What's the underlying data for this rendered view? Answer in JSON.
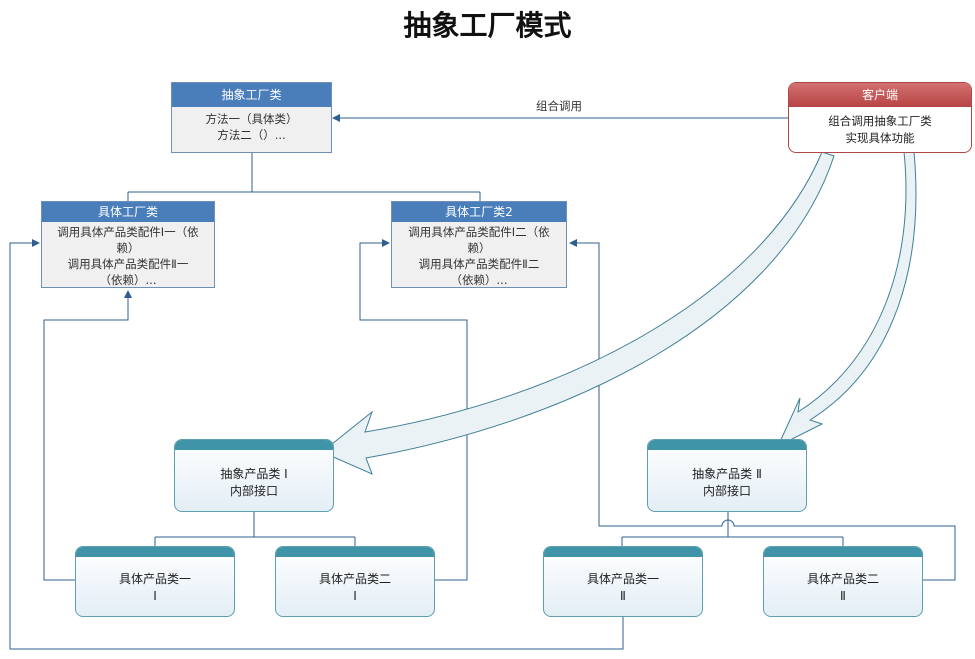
{
  "title": "抽象工厂模式",
  "abstract_factory": {
    "header": "抽象工厂类",
    "lines": [
      "方法一（具体类）",
      "方法二（）..."
    ]
  },
  "client": {
    "header": "客户端",
    "lines": [
      "组合调用抽象工厂类",
      "实现具体功能"
    ]
  },
  "edge_label": "组合调用",
  "factory1": {
    "header": "具体工厂类",
    "lines": [
      "调用具体产品类配件Ⅰ一（依",
      "赖）",
      "调用具体产品类配件Ⅱ一",
      "（依赖）..."
    ]
  },
  "factory2": {
    "header": "具体工厂类2",
    "lines": [
      "调用具体产品类配件Ⅰ二（依",
      "赖）",
      "调用具体产品类配件Ⅱ二",
      "（依赖）..."
    ]
  },
  "abstract_product1": {
    "lines": [
      "抽象产品类 Ⅰ",
      "内部接口"
    ]
  },
  "abstract_product2": {
    "lines": [
      "抽象产品类 Ⅱ",
      "内部接口"
    ]
  },
  "product_1_1": {
    "lines": [
      "具体产品类一",
      "Ⅰ"
    ]
  },
  "product_1_2": {
    "lines": [
      "具体产品类二",
      "Ⅰ"
    ]
  },
  "product_2_1": {
    "lines": [
      "具体产品类一",
      "Ⅱ"
    ]
  },
  "product_2_2": {
    "lines": [
      "具体产品类二",
      "Ⅱ"
    ]
  },
  "colors": {
    "class_header": "#4a7ebb",
    "client_header": "#b84444",
    "product_cap": "#3f94a8",
    "wire": "#2f5f8f"
  }
}
